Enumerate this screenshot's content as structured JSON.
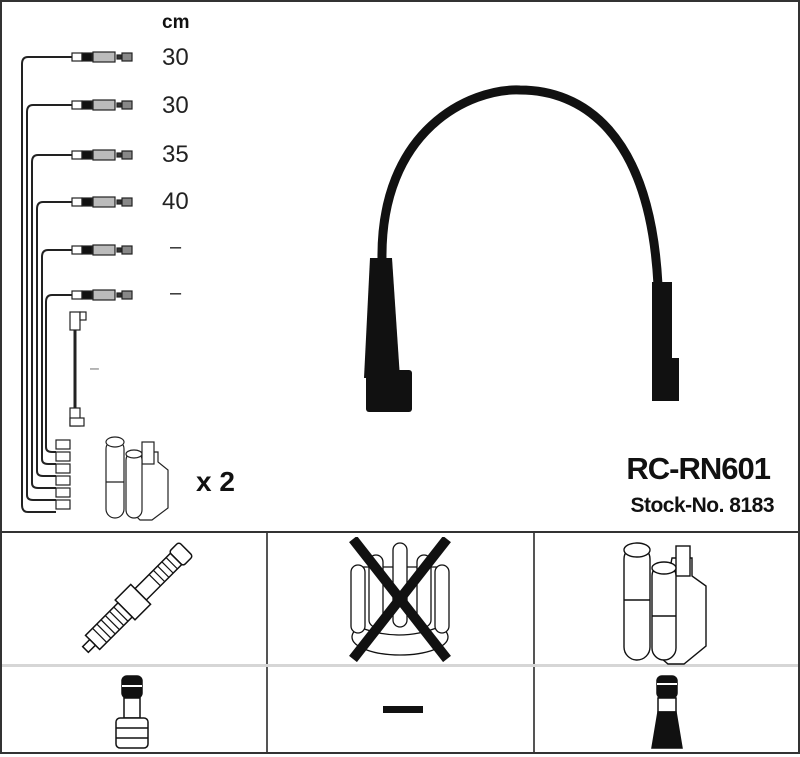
{
  "product": {
    "model": "RC-RN601",
    "stock_label": "Stock-No. 8183"
  },
  "lengths": {
    "unit": "cm",
    "items": [
      "30",
      "30",
      "35",
      "40",
      "–",
      "–",
      "–"
    ]
  },
  "coil_quantity": "x 2",
  "components": {
    "spark_plug": {
      "icon": "spark-plug-icon",
      "connector": "straight-boot-connector-icon"
    },
    "distributor_cap": {
      "icon": "distributor-cap-icon",
      "excluded": true,
      "connector": "–"
    },
    "ignition_coil": {
      "icon": "ignition-coil-icon",
      "connector": "tapered-boot-connector-icon"
    }
  },
  "colors": {
    "lines": "#333333",
    "cable": "#111111",
    "divider_light": "#d6d6d6"
  }
}
